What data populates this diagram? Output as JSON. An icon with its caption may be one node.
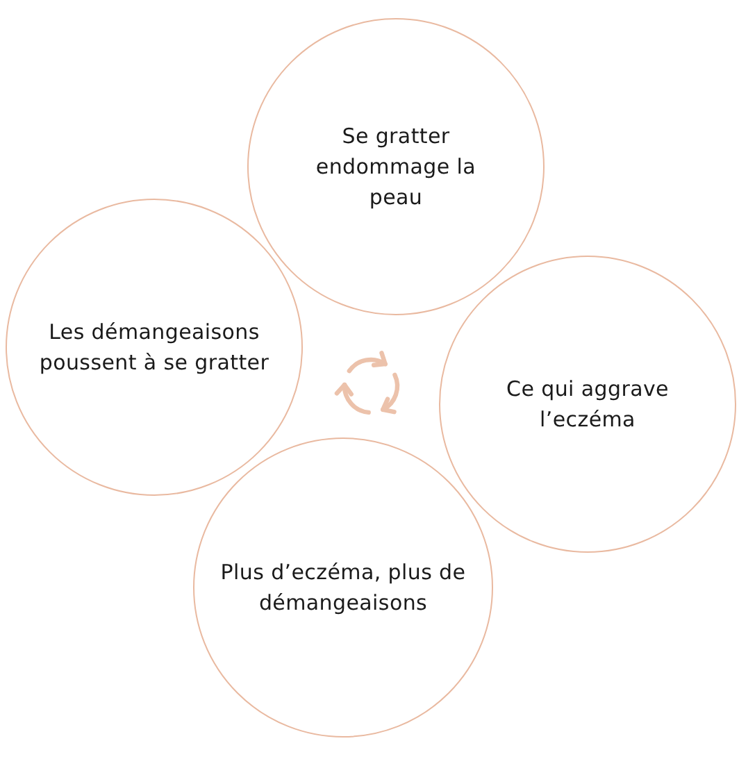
{
  "diagram": {
    "nodes": [
      {
        "text": [
          "Se gratter endommage la peau"
        ]
      },
      {
        "text": [
          "Ce qui aggrave l’eczéma"
        ]
      },
      {
        "text": [
          "Plus d’eczéma, plus de démangeaisons"
        ]
      },
      {
        "text": [
          "Les démangeaisons poussent à se gratter"
        ]
      }
    ]
  }
}
